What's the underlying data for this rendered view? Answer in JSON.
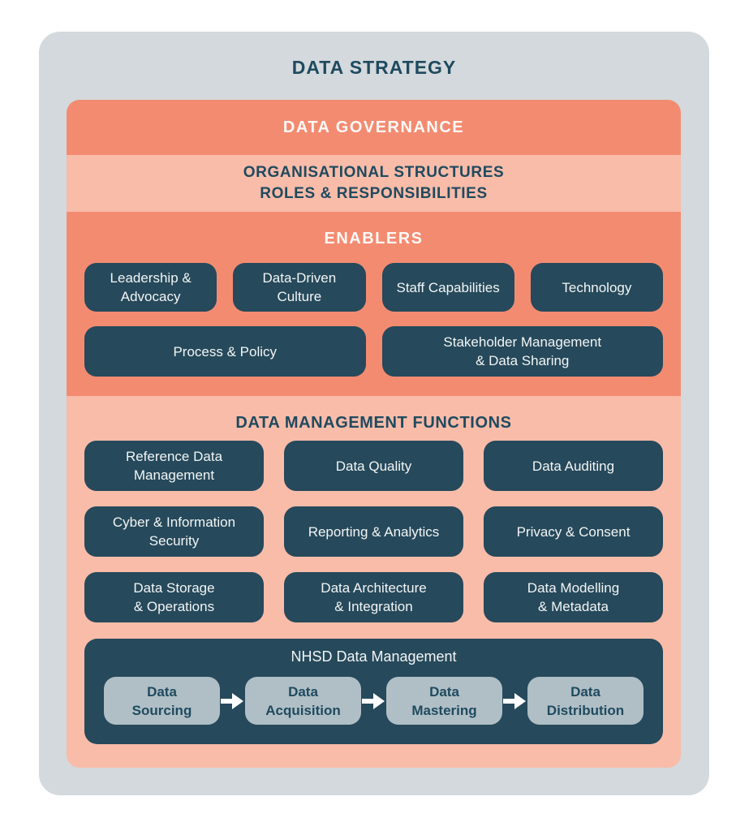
{
  "title": "DATA STRATEGY",
  "colors": {
    "outer_background": "#D3D9DC",
    "salmon": "#F38B71",
    "salmon_light": "#F8BCA9",
    "teal_dark": "#26495B",
    "heading_teal": "#1F4A5F",
    "step_pill_gray": "#B0BFC6",
    "light_text": "#F2F5F5"
  },
  "governance": {
    "label": "DATA GOVERNANCE"
  },
  "organisational": {
    "label": "ORGANISATIONAL STRUCTURES\nROLES & RESPONSIBILITIES"
  },
  "enablers": {
    "title": "ENABLERS",
    "row1": [
      {
        "label": "Leadership &\nAdvocacy"
      },
      {
        "label": "Data-Driven\nCulture"
      },
      {
        "label": "Staff Capabilities"
      },
      {
        "label": "Technology"
      }
    ],
    "row2": [
      {
        "label": "Process & Policy"
      },
      {
        "label": "Stakeholder Management\n& Data Sharing"
      }
    ]
  },
  "functions": {
    "title": "DATA MANAGEMENT FUNCTIONS",
    "items": [
      {
        "label": "Reference Data\nManagement"
      },
      {
        "label": "Data Quality"
      },
      {
        "label": "Data Auditing"
      },
      {
        "label": "Cyber & Information\nSecurity"
      },
      {
        "label": "Reporting & Analytics"
      },
      {
        "label": "Privacy & Consent"
      },
      {
        "label": "Data Storage\n& Operations"
      },
      {
        "label": "Data Architecture\n& Integration"
      },
      {
        "label": "Data Modelling\n& Metadata"
      }
    ]
  },
  "nhsd": {
    "title": "NHSD Data Management",
    "steps": [
      {
        "label": "Data\nSourcing"
      },
      {
        "label": "Data\nAcquisition"
      },
      {
        "label": "Data\nMastering"
      },
      {
        "label": "Data\nDistribution"
      }
    ]
  }
}
